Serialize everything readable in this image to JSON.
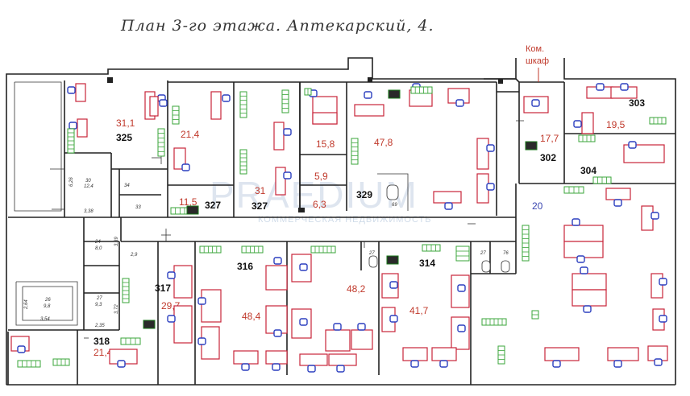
{
  "title": "План 3-го этажа. Аптекарский, 4.",
  "closet_label": [
    "Ком.",
    "шкаф"
  ],
  "watermark": {
    "main": "PRAEDIUM",
    "sub": "КОММЕРЧЕСКАЯ НЕДВИЖИМОСТЬ"
  },
  "rooms": [
    {
      "id": "r325",
      "number": "325",
      "area": "31,1"
    },
    {
      "id": "r327a",
      "number": "327",
      "area": "11,5"
    },
    {
      "id": "r327b",
      "number": "327",
      "area": "21,4"
    },
    {
      "id": "r327c",
      "number": "",
      "area": "31"
    },
    {
      "id": "r15",
      "number": "",
      "area": "15,8"
    },
    {
      "id": "r59",
      "number": "",
      "area": "5,9"
    },
    {
      "id": "r63",
      "number": "",
      "area": "6,3"
    },
    {
      "id": "r329",
      "number": "329",
      "area": "47,8"
    },
    {
      "id": "r302",
      "number": "302",
      "area": "17,7"
    },
    {
      "id": "r303",
      "number": "303",
      "area": "19,5"
    },
    {
      "id": "r304",
      "number": "304",
      "area": ""
    },
    {
      "id": "r20",
      "number": "",
      "area": "20"
    },
    {
      "id": "r316",
      "number": "316",
      "area": "48,4"
    },
    {
      "id": "r317",
      "number": "317",
      "area": "29,7"
    },
    {
      "id": "r314",
      "number": "314",
      "area": "41,7"
    },
    {
      "id": "r482",
      "number": "",
      "area": "48,2"
    },
    {
      "id": "r318",
      "number": "318",
      "area": "21,4"
    }
  ],
  "small_dims": [
    "6,26",
    "30",
    "12,4",
    "3,38",
    "34",
    "33",
    "24",
    "8,0",
    "3,39",
    "2,9",
    "27",
    "9,3",
    "3,72",
    "2,35",
    "2,64",
    "3,54",
    "26",
    "9,8",
    "27",
    "27",
    "76",
    "69"
  ],
  "colors": {
    "walls": "#222222",
    "desks": "#c8243a",
    "chairs": "#2b3fbf",
    "radiators": "#3aa53a",
    "area_text": "#c0392b"
  }
}
